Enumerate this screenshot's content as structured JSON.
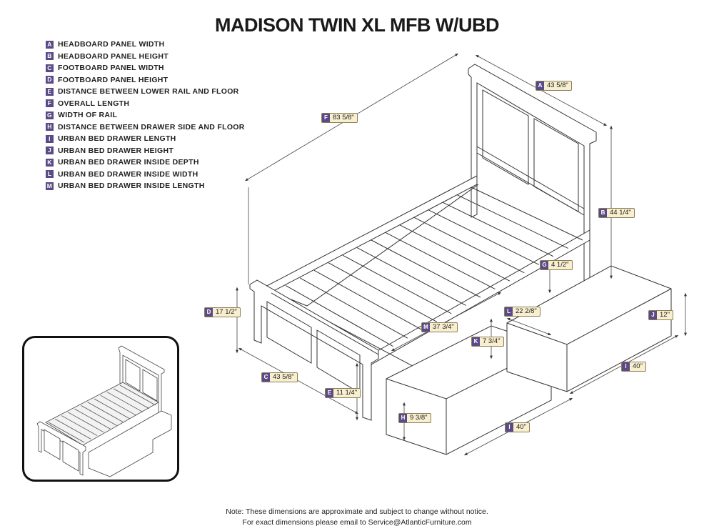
{
  "title": "MADISON TWIN XL MFB W/UBD",
  "legend": [
    {
      "letter": "A",
      "text": "HEADBOARD PANEL WIDTH"
    },
    {
      "letter": "B",
      "text": "HEADBOARD PANEL HEIGHT"
    },
    {
      "letter": "C",
      "text": "FOOTBOARD PANEL WIDTH"
    },
    {
      "letter": "D",
      "text": "FOOTBOARD PANEL HEIGHT"
    },
    {
      "letter": "E",
      "text": "DISTANCE BETWEEN LOWER RAIL AND FLOOR"
    },
    {
      "letter": "F",
      "text": "OVERALL LENGTH"
    },
    {
      "letter": "G",
      "text": "WIDTH OF RAIL"
    },
    {
      "letter": "H",
      "text": "DISTANCE BETWEEN DRAWER SIDE AND FLOOR"
    },
    {
      "letter": "I",
      "text": "URBAN BED DRAWER LENGTH"
    },
    {
      "letter": "J",
      "text": "URBAN BED DRAWER HEIGHT"
    },
    {
      "letter": "K",
      "text": "URBAN BED DRAWER INSIDE DEPTH"
    },
    {
      "letter": "L",
      "text": "URBAN BED DRAWER INSIDE WIDTH"
    },
    {
      "letter": "M",
      "text": "URBAN BED DRAWER INSIDE LENGTH"
    }
  ],
  "dimensions": {
    "A": {
      "letter": "A",
      "value": "43 5/8\""
    },
    "B": {
      "letter": "B",
      "value": "44 1/4\""
    },
    "C": {
      "letter": "C",
      "value": "43 5/8\""
    },
    "D": {
      "letter": "D",
      "value": "17 1/2\""
    },
    "E": {
      "letter": "E",
      "value": "11 1/4\""
    },
    "F": {
      "letter": "F",
      "value": "83 5/8\""
    },
    "G": {
      "letter": "G",
      "value": "4 1/2\""
    },
    "H": {
      "letter": "H",
      "value": "9 3/8\""
    },
    "I1": {
      "letter": "I",
      "value": "40\""
    },
    "I2": {
      "letter": "I",
      "value": "40\""
    },
    "J": {
      "letter": "J",
      "value": "12\""
    },
    "K": {
      "letter": "K",
      "value": "7 3/4\""
    },
    "L": {
      "letter": "L",
      "value": "22 2/8\""
    },
    "M": {
      "letter": "M",
      "value": "37 3/4\""
    }
  },
  "note": {
    "line1": "Note: These dimensions are approximate and subject to change without notice.",
    "line2": "For exact dimensions please email to Service@AtlanticFurniture.com"
  },
  "colors": {
    "badge": "#5a4a85",
    "label_bg": "#f7efcf",
    "line": "#333333"
  }
}
